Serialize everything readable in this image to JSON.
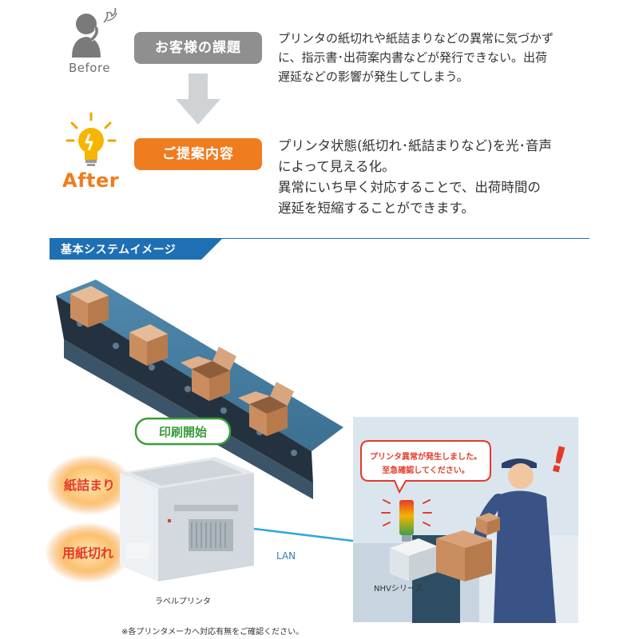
{
  "before": {
    "label": "Before",
    "heading": "お客様の課題",
    "description": "プリンタの紙切れや紙詰まりなどの異常に気づかず\nに、指示書･出荷案内書などが発行できない。出荷\n遅延などの影響が発生してしまう。"
  },
  "after": {
    "label": "After",
    "heading": "ご提案内容",
    "description": "プリンタ状態(紙切れ･紙詰まりなど)を光･音声\nによって見える化。\n異常にいち早く対応することで、出荷時間の\n遅延を短縮することができます。"
  },
  "section": {
    "title": "基本システムイメージ"
  },
  "diagram": {
    "print_start": "印刷開始",
    "alert_paper_jam": "紙詰まり",
    "alert_paper_out": "用紙切れ",
    "lan_label": "LAN",
    "printer_caption": "ラベルプリンタ",
    "speech_line1": "プリンタ異常が発生しました。",
    "speech_line2": "至急確認してください。",
    "device_caption": "NHVシリーズ",
    "exclamation": "!"
  },
  "footnote": "※各プリンタメーカへ対応有無をご確認ください。",
  "colors": {
    "accent_orange": "#ef7c1f",
    "section_blue": "#1f6fb5",
    "print_green": "#3a9b3a",
    "alert_red": "#e53a2a",
    "scene_bg": "#dbe5ee"
  }
}
